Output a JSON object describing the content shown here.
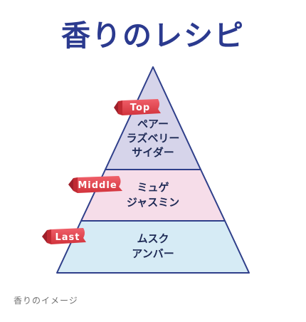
{
  "title": "香りのレシピ",
  "caption": "香りのイメージ",
  "colors": {
    "title": "#2b3a8f",
    "top_layer": "#d6d4ea",
    "middle_layer": "#f6dde9",
    "last_layer": "#d6ebf5",
    "outline": "#2f3f8a",
    "ribbon": "#e8454e"
  },
  "layers": {
    "top": {
      "label": "Top",
      "lines": [
        "ペアー",
        "ラズベリー",
        "サイダー"
      ]
    },
    "middle": {
      "label": "Middle",
      "lines": [
        "ミュゲ",
        "ジャスミン"
      ]
    },
    "last": {
      "label": "Last",
      "lines": [
        "ムスク",
        "アンバー"
      ]
    }
  }
}
